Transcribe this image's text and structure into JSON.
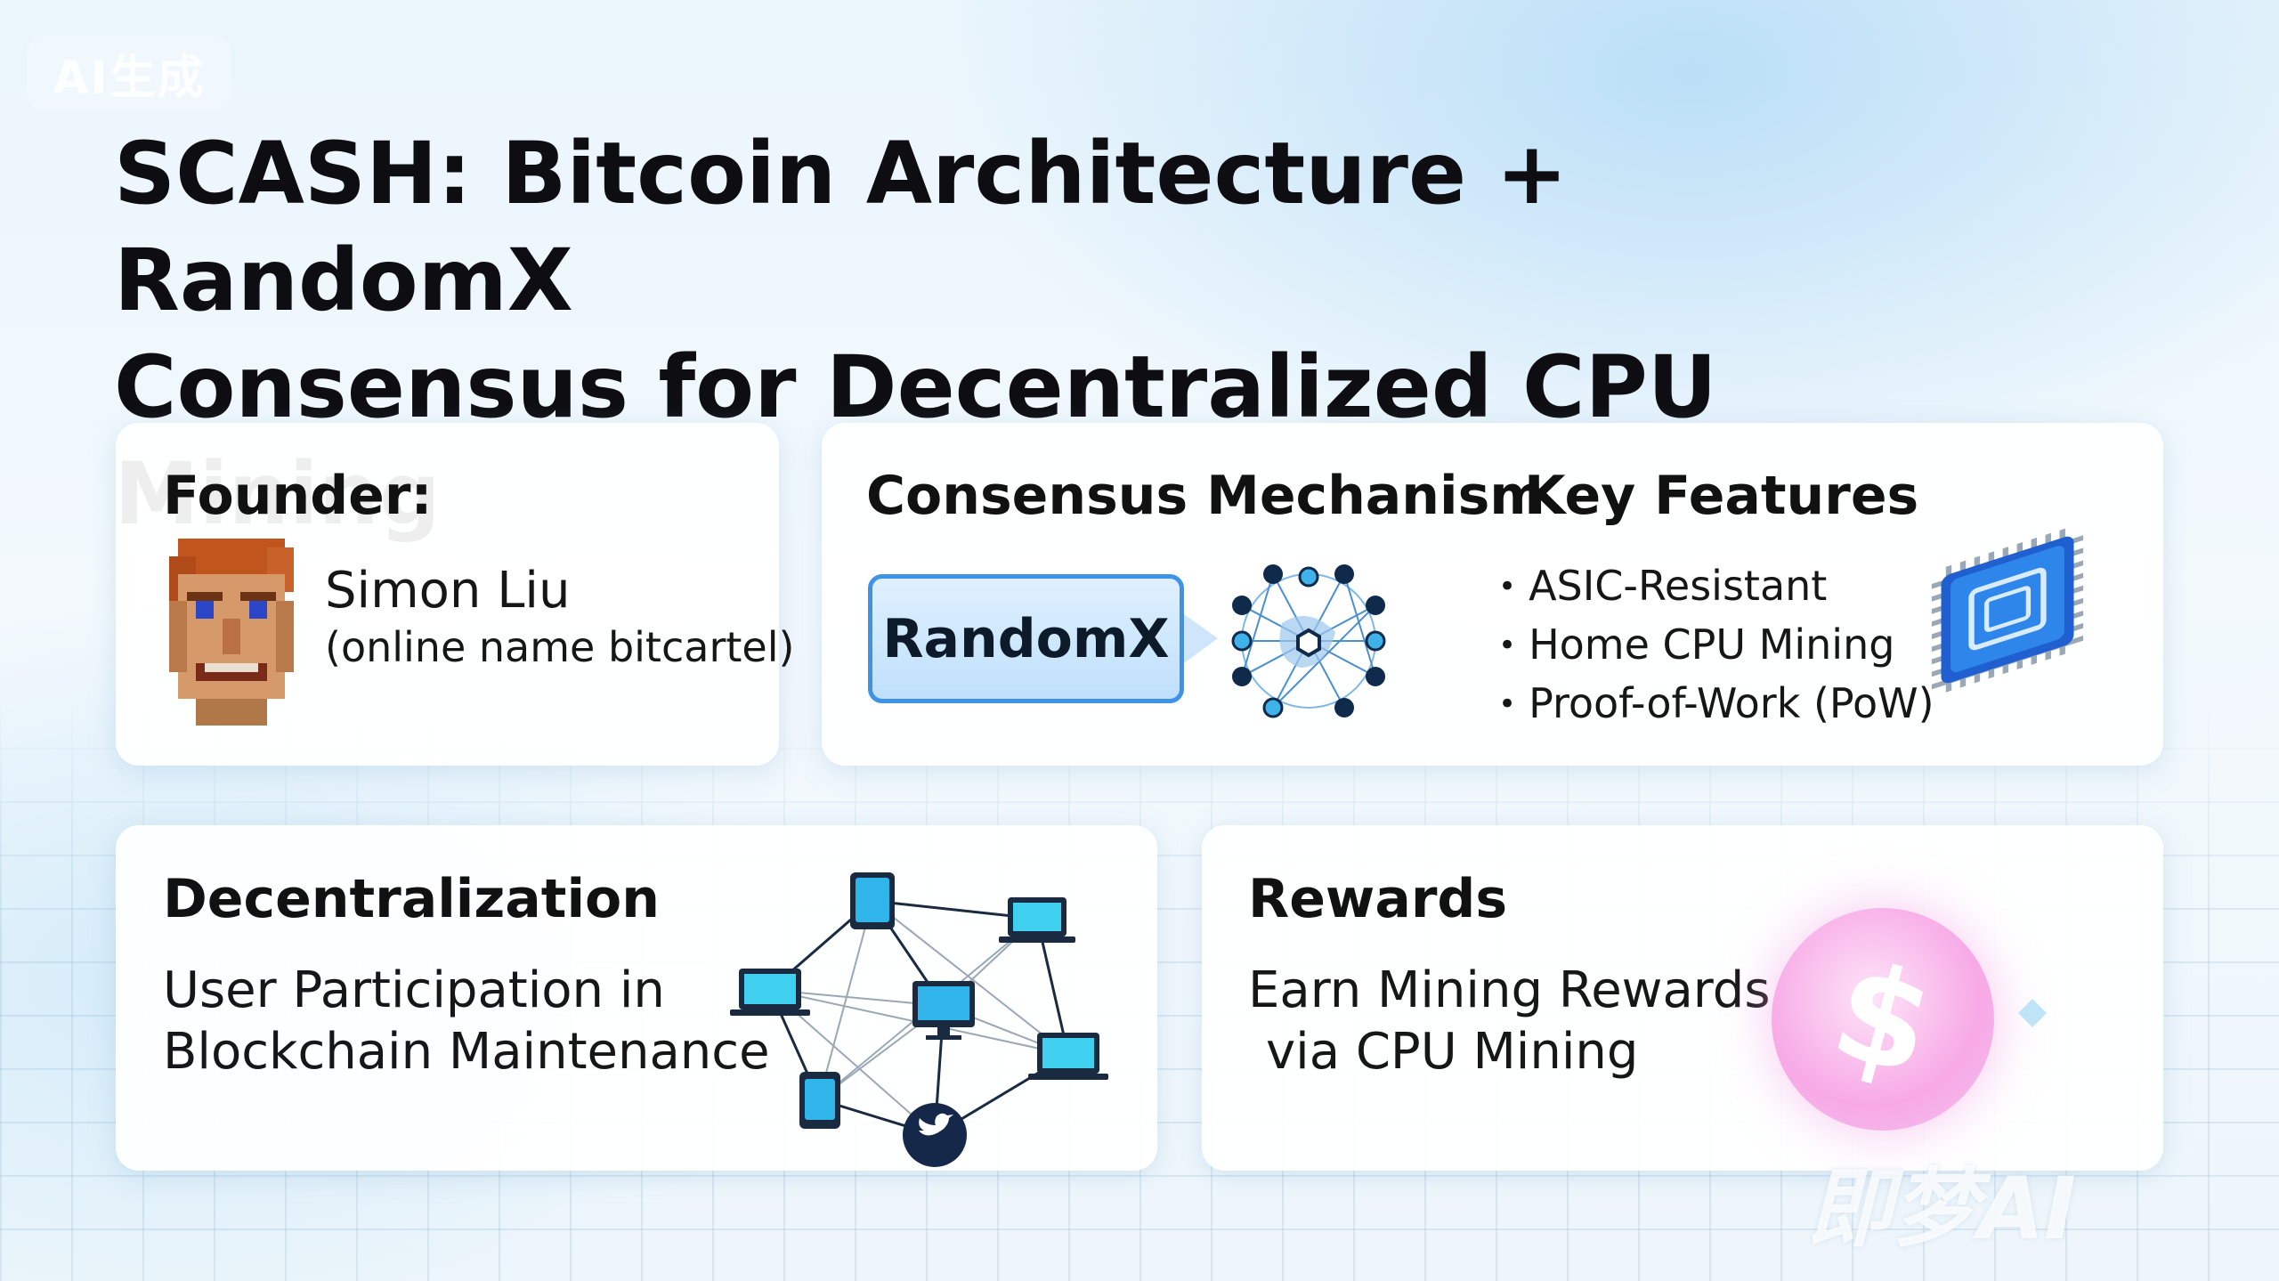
{
  "badge": "AI生成",
  "title": {
    "line1": "SCASH: Bitcoin Architecture + RandomX",
    "line2": "Consensus for Decentralized CPU Mining"
  },
  "founder": {
    "heading": "Founder:",
    "name": "Simon Liu",
    "alias": "(online name bitcartel)"
  },
  "consensus": {
    "heading": "Consensus Mechanism",
    "algorithm": "RandomX"
  },
  "features": {
    "heading": "Key Features",
    "items": [
      "ASIC-Resistant",
      "Home CPU Mining",
      "Proof-of-Work (PoW)"
    ]
  },
  "decentralization": {
    "heading": "Decentralization",
    "line1": "User Participation in",
    "line2": "Blockchain Maintenance"
  },
  "rewards": {
    "heading": "Rewards",
    "line1": "Earn Mining Rewards",
    "line2": "via CPU Mining",
    "coin_symbol": "$"
  },
  "watermark": "即梦AI",
  "icons": [
    "avatar-pixel-face",
    "network-graph-icon",
    "cpu-chip-icon",
    "device-network-icon",
    "dollar-coin-icon"
  ],
  "colors": {
    "accent": "#3e93e6",
    "node_dark": "#0f2a4a",
    "node_light": "#3fb2ea",
    "coin": "#f7a9e6"
  }
}
